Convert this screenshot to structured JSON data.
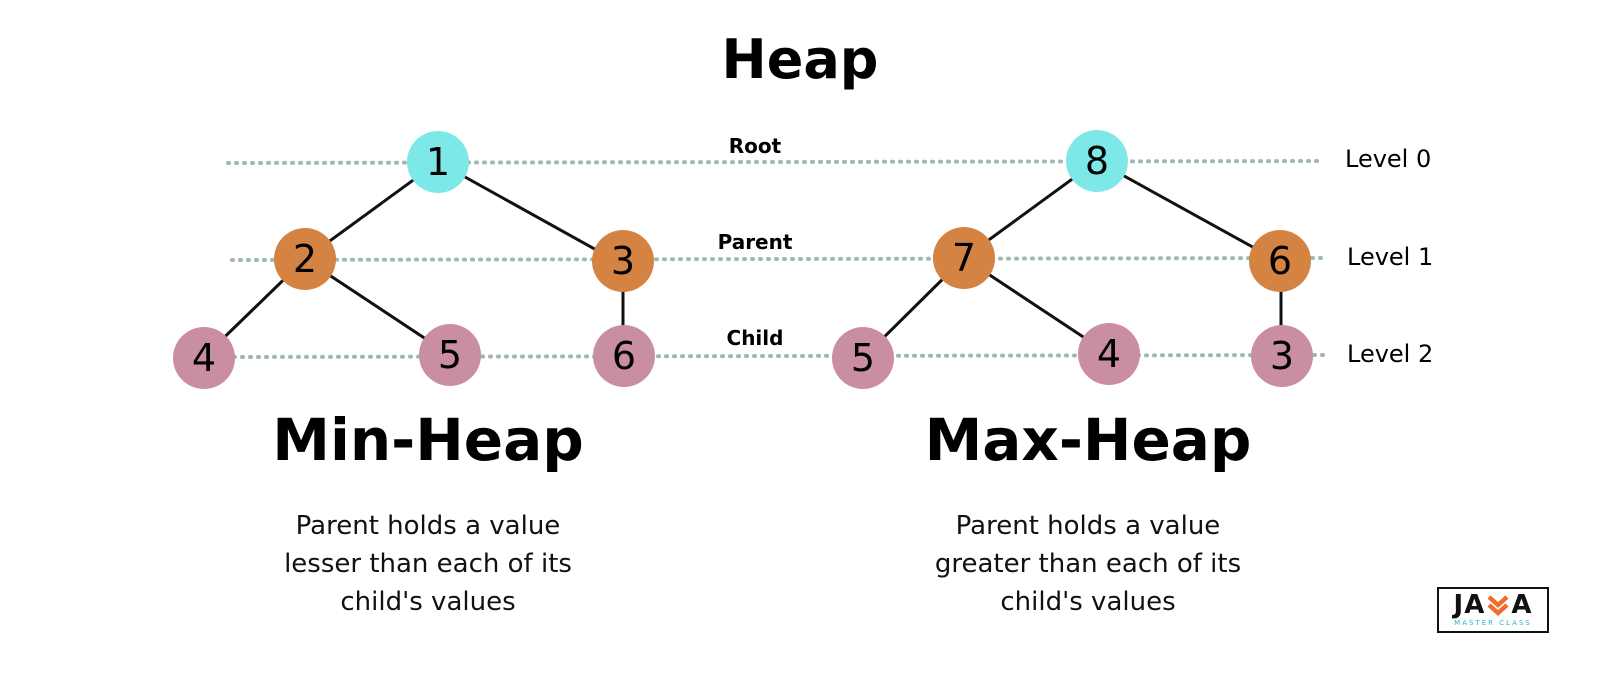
{
  "title": "Heap",
  "bands": [
    {
      "label": "Root",
      "level": "Level 0"
    },
    {
      "label": "Parent",
      "level": "Level 1"
    },
    {
      "label": "Child",
      "level": "Level 2"
    }
  ],
  "colors": {
    "level0": "#7de8e8",
    "level1": "#d48342",
    "level2": "#c98ea3",
    "edge": "#111111",
    "guide": "#9fb7b0",
    "logo_accent": "#ef6c2c",
    "logo_sub": "#29b6d8"
  },
  "min_heap": {
    "title": "Min-Heap",
    "description": [
      "Parent holds a value",
      "lesser than each of its",
      "child's values"
    ],
    "nodes": {
      "root": "1",
      "left": "2",
      "right": "3",
      "left_left": "4",
      "left_right": "5",
      "right_child": "6"
    }
  },
  "max_heap": {
    "title": "Max-Heap",
    "description": [
      "Parent holds a value",
      "greater than each of its",
      "child's values"
    ],
    "nodes": {
      "root": "8",
      "left": "7",
      "right": "6",
      "left_left": "5",
      "left_right": "4",
      "right_child": "3"
    }
  },
  "logo": {
    "word_left": "JA",
    "word_right": "A",
    "subtitle": "MASTER CLASS",
    "icon": "double-chevron-down-icon"
  }
}
